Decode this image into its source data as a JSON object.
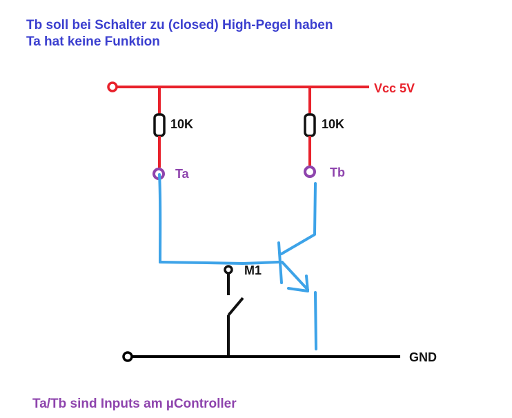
{
  "notes": {
    "line1": "Tb soll bei Schalter zu (closed) High-Pegel haben",
    "line2": "Ta hat keine Funktion",
    "footer": "Ta/Tb sind Inputs am µController"
  },
  "labels": {
    "vcc": "Vcc 5V",
    "gnd": "GND",
    "r1": "10K",
    "r2": "10K",
    "ta": "Ta",
    "tb": "Tb",
    "switch": "M1"
  },
  "colors": {
    "supply": "#e8212b",
    "ground_wire": "#000000",
    "wire_sketch": "#3da3e8",
    "terminal": "#8e44ad",
    "note_text": "#3b3fcf"
  }
}
